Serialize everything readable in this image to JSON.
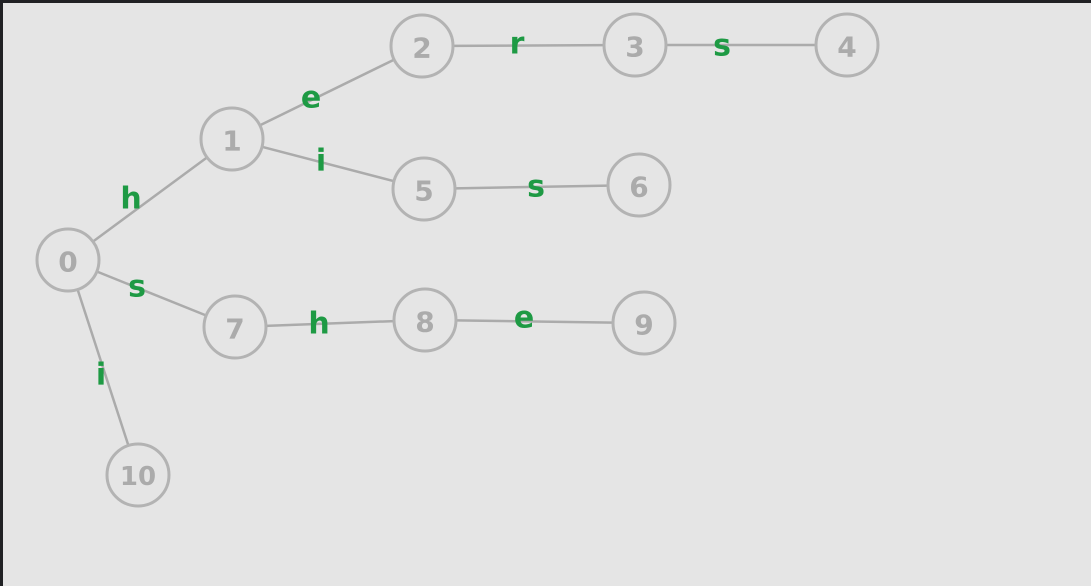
{
  "trie": {
    "colors": {
      "background": "#e5e5e5",
      "frame": "#202124",
      "node_stroke": "#b3b3b3",
      "node_text": "#ababab",
      "edge_stroke": "#ababab",
      "edge_label": "#1e9a44"
    },
    "nodes": [
      {
        "id": "0",
        "label": "0"
      },
      {
        "id": "1",
        "label": "1"
      },
      {
        "id": "2",
        "label": "2"
      },
      {
        "id": "3",
        "label": "3"
      },
      {
        "id": "4",
        "label": "4"
      },
      {
        "id": "5",
        "label": "5"
      },
      {
        "id": "6",
        "label": "6"
      },
      {
        "id": "7",
        "label": "7"
      },
      {
        "id": "8",
        "label": "8"
      },
      {
        "id": "9",
        "label": "9"
      },
      {
        "id": "10",
        "label": "10"
      }
    ],
    "edges": [
      {
        "from": "0",
        "to": "1",
        "label": "h"
      },
      {
        "from": "1",
        "to": "2",
        "label": "e"
      },
      {
        "from": "2",
        "to": "3",
        "label": "r"
      },
      {
        "from": "3",
        "to": "4",
        "label": "s"
      },
      {
        "from": "1",
        "to": "5",
        "label": "i"
      },
      {
        "from": "5",
        "to": "6",
        "label": "s"
      },
      {
        "from": "0",
        "to": "7",
        "label": "s"
      },
      {
        "from": "7",
        "to": "8",
        "label": "h"
      },
      {
        "from": "8",
        "to": "9",
        "label": "e"
      },
      {
        "from": "0",
        "to": "10",
        "label": "i"
      }
    ]
  }
}
